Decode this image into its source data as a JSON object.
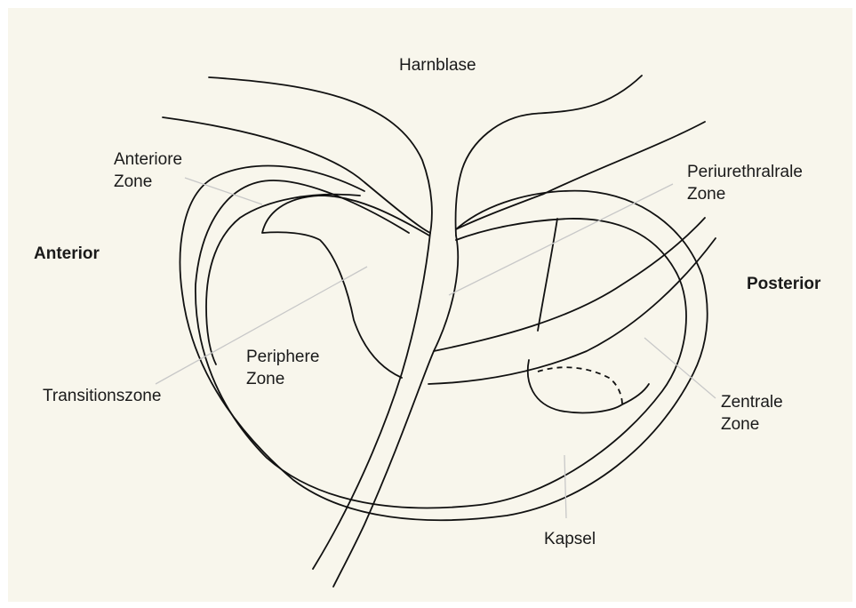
{
  "labels": {
    "harnblase": "Harnblase",
    "anteriore_line1": "Anteriore",
    "anteriore_line2": "Zone",
    "anterior": "Anterior",
    "posterior": "Posterior",
    "periurethral_line1": "Periurethralrale",
    "periurethral_line2": "Zone",
    "periphere_line1": "Periphere",
    "periphere_line2": "Zone",
    "transitionszone": "Transitionszone",
    "zentrale_line1": "Zentrale",
    "zentrale_line2": "Zone",
    "kapsel": "Kapsel"
  },
  "colors": {
    "background": "#f8f6ec",
    "outline": "#111111",
    "leader_lines": "#c8c8c8"
  }
}
